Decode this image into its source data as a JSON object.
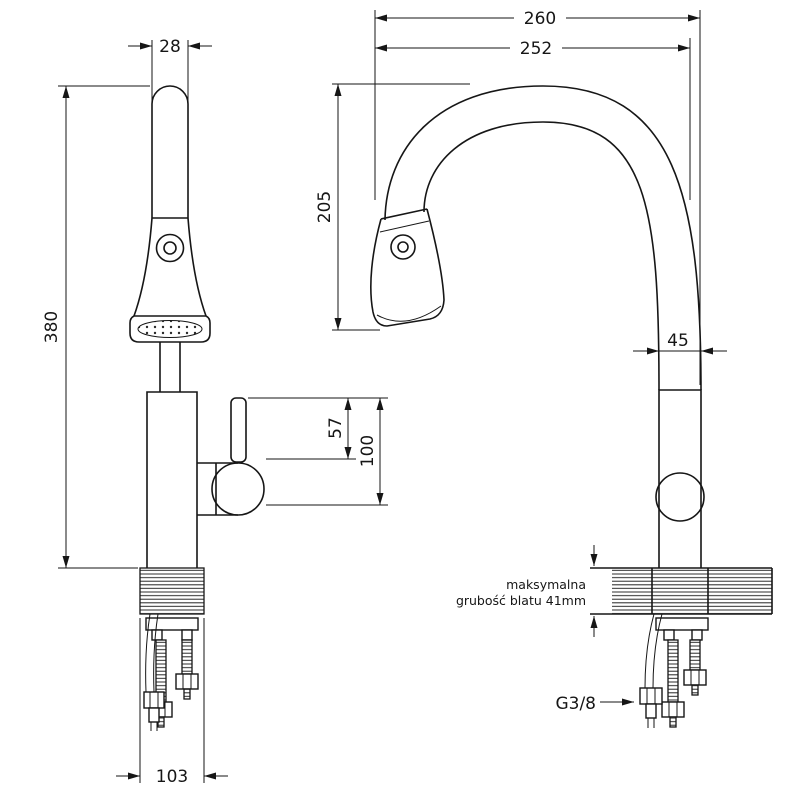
{
  "drawing": {
    "kind": "kitchen faucet technical dimension drawing",
    "line_color": "#161616",
    "background": "#ffffff"
  },
  "front_view": {
    "dims": {
      "spout_width": "28",
      "total_height": "380",
      "handle_height": "57",
      "body_height": "100",
      "base_width": "103"
    }
  },
  "side_view": {
    "dims": {
      "overall_depth": "260",
      "spout_reach": "252",
      "arc_height": "205",
      "body_diameter": "45"
    },
    "note": {
      "line1": "maksymalna",
      "line2": "grubość blatu 41mm"
    },
    "thread_label": "G3/8"
  }
}
